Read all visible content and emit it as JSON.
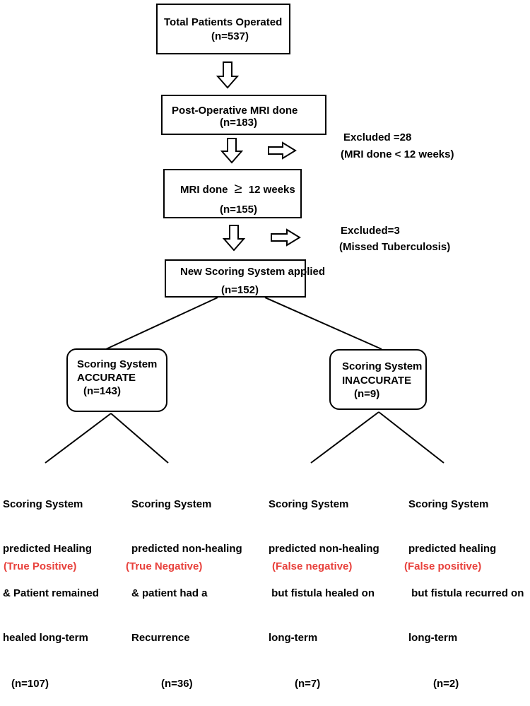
{
  "boxes": {
    "total": {
      "title": "Total Patients Operated",
      "count": "(n=537)"
    },
    "postop": {
      "title": "Post-Operative MRI done",
      "count": "(n=183)"
    },
    "mri12": {
      "title": "MRI done",
      "symbol": "≥",
      "suffix": "12 weeks",
      "count": "(n=155)"
    },
    "scoring": {
      "title": "New Scoring System applied",
      "count": "(n=152)"
    },
    "accurate": {
      "line1": "Scoring System",
      "line2": "ACCURATE",
      "count": "(n=143)"
    },
    "inaccurate": {
      "line1": "Scoring System",
      "line2": "INACCURATE",
      "count": "(n=9)"
    }
  },
  "exclusions": {
    "first": {
      "line1": "Excluded =28",
      "line2": "(MRI done < 12 weeks)"
    },
    "second": {
      "line1": "Excluded=3",
      "line2": "(Missed Tuberculosis)"
    }
  },
  "leaves": {
    "tp": {
      "l1": "Scoring System",
      "l2": "predicted Healing",
      "l3": "& Patient remained",
      "l4": "healed long-term",
      "count": "(n=107)",
      "label": "(True Positive)"
    },
    "tn": {
      "l1": "Scoring System",
      "l2": "predicted non-healing",
      "l3": "& patient had a",
      "l4": "Recurrence",
      "count": "(n=36)",
      "label": "(True Negative)"
    },
    "fn": {
      "l1": "Scoring System",
      "l2": "predicted non-healing",
      "l3": " but fistula healed on",
      "l4": "long-term",
      "count": "(n=7)",
      "label": "(False negative)"
    },
    "fp": {
      "l1": "Scoring System",
      "l2": "predicted healing",
      "l3": " but fistula recurred on",
      "l4": "long-term",
      "count": "(n=2)",
      "label": "(False positive)"
    }
  },
  "colors": {
    "outcome_label": "#e8413c",
    "line": "#000000"
  }
}
